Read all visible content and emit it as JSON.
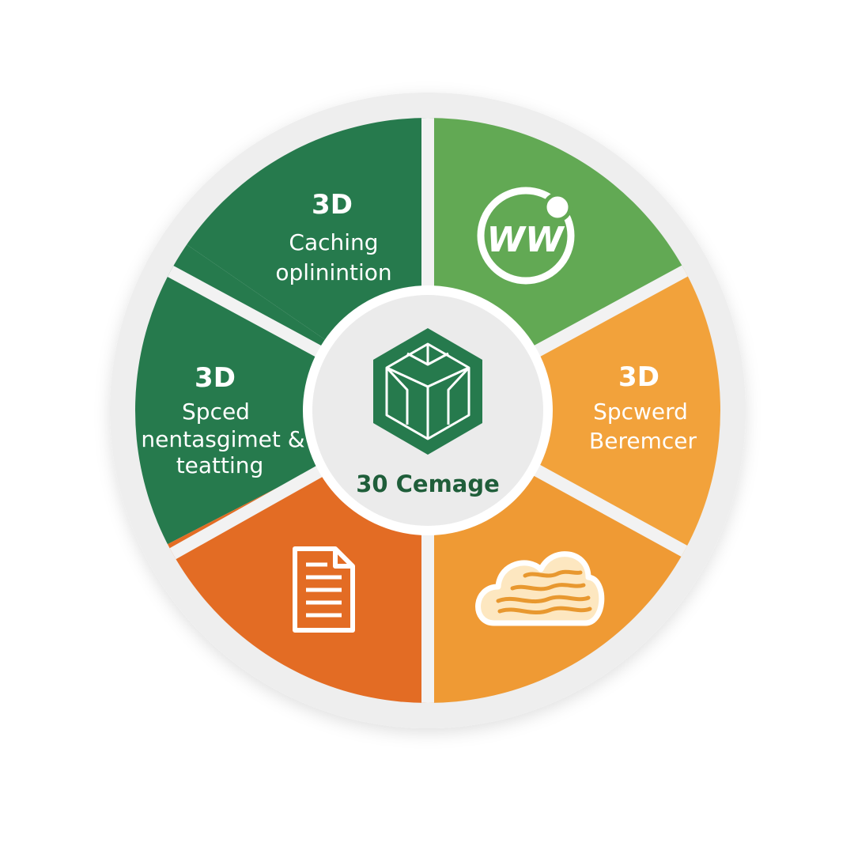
{
  "diagram": {
    "colors": {
      "dark_green": "#267a4d",
      "light_green": "#62a954",
      "orange_light": "#f2a23b",
      "orange_mid": "#ef9a34",
      "orange_dark": "#e36c24",
      "divider": "#f2f2f2",
      "outer_ring": "#eeeeee",
      "hub_fill": "#ebebeb",
      "hub_text": "#1f5e3a",
      "white": "#ffffff"
    },
    "segments": [
      {
        "id": "top-left",
        "title": "3D",
        "lines": [
          "Caching",
          "oplinintion"
        ]
      },
      {
        "id": "top-right",
        "icon": "ww-logo-icon",
        "icon_text": "WW"
      },
      {
        "id": "right",
        "title": "3D",
        "lines": [
          "Spcwerd",
          "Beremcer"
        ]
      },
      {
        "id": "bottom-right",
        "icon": "cloud-icon"
      },
      {
        "id": "bottom-left",
        "icon": "document-icon"
      },
      {
        "id": "left",
        "title": "3D",
        "lines": [
          "Spced",
          "nentasgimet &",
          "teatting"
        ]
      }
    ],
    "hub": {
      "label": "30 Cemage",
      "icon": "cube-hexagon-icon"
    }
  }
}
